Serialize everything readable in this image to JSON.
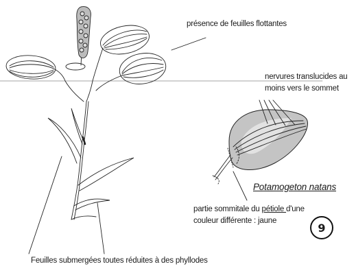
{
  "labels": {
    "floating_leaves": "présence de feuilles flottantes",
    "veins_line1": "nervures translucides au",
    "veins_line2": "moins vers le sommet",
    "species": "Potamogeton natans",
    "petiole_line1_pre": "partie sommitale du ",
    "petiole_word": "pétiole ",
    "petiole_line1_post": "d'une",
    "petiole_line2": "couleur différente : jaune",
    "submerged": "Feuilles submergées toutes réduites à des phyllodes"
  },
  "badge": {
    "number": "9"
  },
  "colors": {
    "ink": "#1a1a1a",
    "leaf_fill": "#c4c4c4",
    "leaf_inner": "#e2e2e2"
  }
}
